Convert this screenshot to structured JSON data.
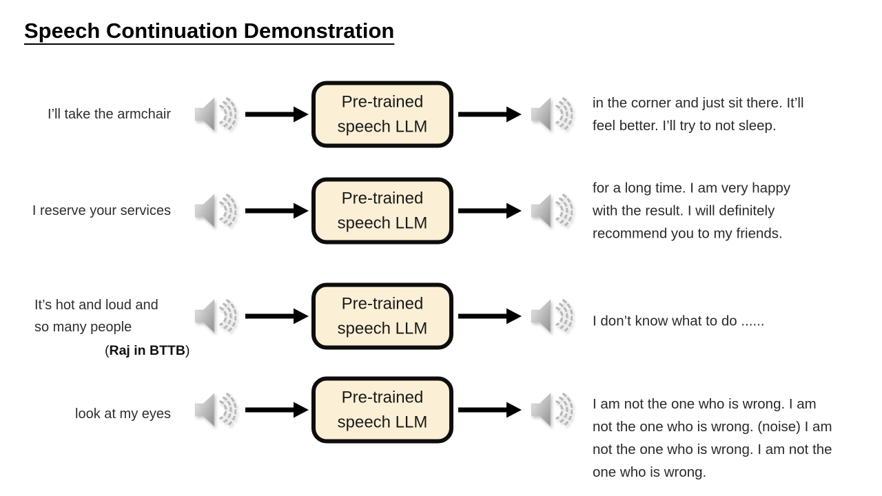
{
  "title": "Speech Continuation Demonstration",
  "box_label": "Pre-trained\nspeech LLM",
  "colors": {
    "box_fill": "#FBEFD5",
    "box_border": "#0D0D0D",
    "arrow": "#000000",
    "speaker_gray": "#A6A6A6"
  },
  "icons": {
    "speaker": "speaker-sound-icon",
    "arrow": "arrow-right-icon"
  },
  "rows": [
    {
      "input": "I’ll take the armchair",
      "output": "in the corner and just sit there. It’ll\nfeel better. I’ll try to not sleep."
    },
    {
      "input": "I reserve your services",
      "output": "for a long time. I am very happy\nwith the result. I will definitely\nrecommend you to my friends."
    },
    {
      "input": "It’s hot and loud and\nso many people",
      "caption_prefix": "(",
      "caption_bold": "Raj in BTTB",
      "caption_suffix": ")",
      "output": "I don’t know what to do ......"
    },
    {
      "input": "look at my eyes",
      "output": "I am not the one who is wrong. I am\nnot the one who is wrong. (noise) I am\nnot the one who is wrong. I am not the\none who is wrong."
    }
  ]
}
